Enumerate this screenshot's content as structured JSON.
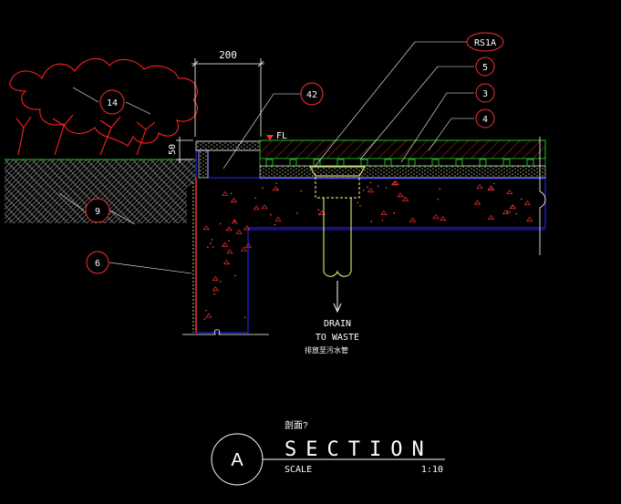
{
  "drawing": {
    "dimension_label": "200",
    "height_label": "50",
    "level_label": "FL",
    "tags": {
      "rs1a": "RS1A",
      "t5": "5",
      "t3": "3",
      "t4": "4",
      "t14": "14",
      "t42": "42",
      "t9": "9",
      "t6": "6"
    },
    "drain_line1": "DRAIN",
    "drain_line2": "TO WASTE",
    "drain_cn": "排放至污水管",
    "section_letter": "A",
    "section_title": "SECTION",
    "section_cn": "剖面?",
    "scale_label": "SCALE",
    "scale_value": "1:10"
  },
  "colors": {
    "background": "#000000",
    "concrete_red": "#ff3030",
    "outline_blue": "#2020d0",
    "green": "#20c020",
    "white": "#ffffff",
    "yellow": "#ffff80",
    "grey_hatch": "#8a8a8a"
  }
}
